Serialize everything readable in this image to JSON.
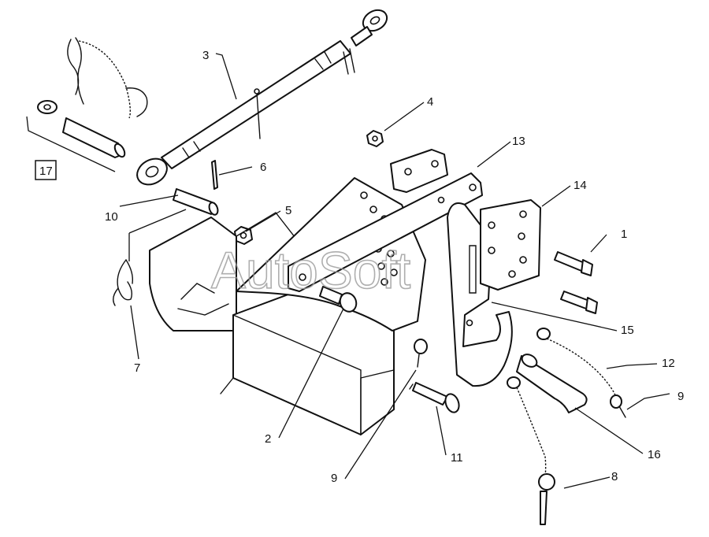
{
  "watermark": "AutoSoft",
  "callouts": {
    "c1": "1",
    "c2": "2",
    "c3": "3",
    "c4": "4",
    "c5": "5",
    "c6": "6",
    "c7": "7",
    "c8": "8",
    "c9a": "9",
    "c9b": "9",
    "c10": "10",
    "c11": "11",
    "c12": "12",
    "c13": "13",
    "c14": "14",
    "c15": "15",
    "c16": "16",
    "c17": "17"
  }
}
